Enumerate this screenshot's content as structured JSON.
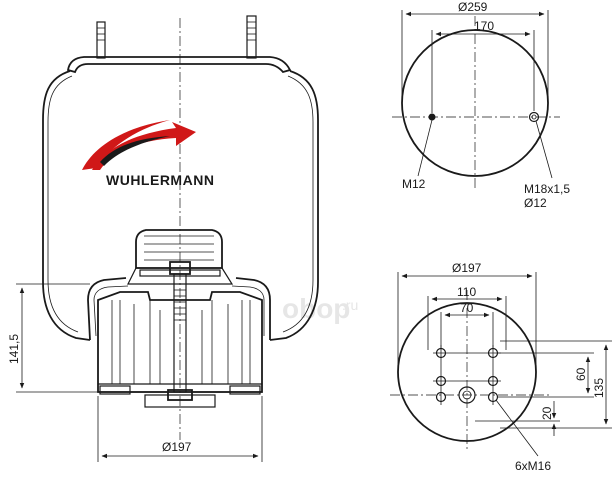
{
  "brand": {
    "name": "WUHLERMANN"
  },
  "watermark": {
    "text": "oboр",
    "suffix": ".ru"
  },
  "side_view": {
    "height_dim": "141,5",
    "base_diameter": "Ø197"
  },
  "top_plate": {
    "outer_diameter": "Ø259",
    "bolt_spacing": "170",
    "left_thread": "M12",
    "right_thread": "M18x1,5",
    "right_hole": "Ø12"
  },
  "bottom_plate": {
    "outer_diameter": "Ø197",
    "outer_spacing": "110",
    "inner_spacing": "70",
    "vertical_60": "60",
    "vertical_135": "135",
    "offset_20": "20",
    "thread_callout": "6xM16"
  },
  "colors": {
    "brand_red": "#d01818",
    "line": "#1a1a1a",
    "watermark": "#e3e3e3"
  }
}
